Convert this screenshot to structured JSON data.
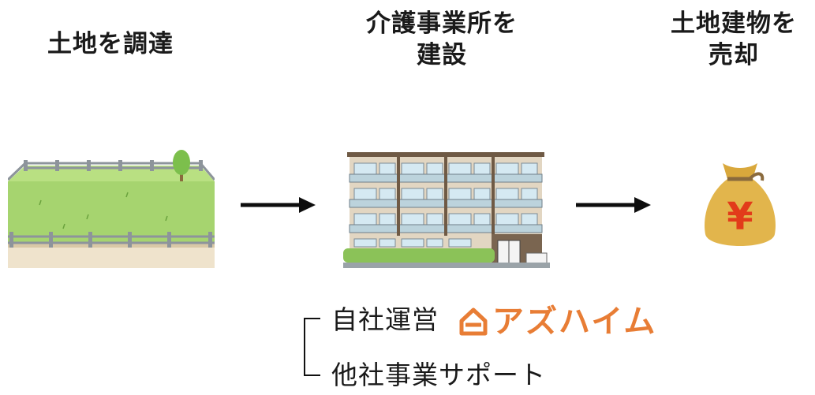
{
  "steps": [
    {
      "title_lines": [
        "土地を調達"
      ]
    },
    {
      "title_lines": [
        "介護事業所を",
        "建設"
      ]
    },
    {
      "title_lines": [
        "土地建物を",
        "売却"
      ]
    }
  ],
  "money_bag": {
    "symbol": "¥"
  },
  "options": {
    "self_operation": "自社運営",
    "other_support": "他社事業サポート"
  },
  "brand": {
    "name": "アズハイム",
    "color": "#e87d35"
  },
  "colors": {
    "grass": "#8ec95a",
    "ground": "#efe3cc",
    "fence": "#8d949b",
    "building": "#ddd0bc",
    "window": "#cfe5ee",
    "bag": "#e0b54a",
    "yen": "#e23b1a",
    "arrow": "#0d0d0d"
  }
}
